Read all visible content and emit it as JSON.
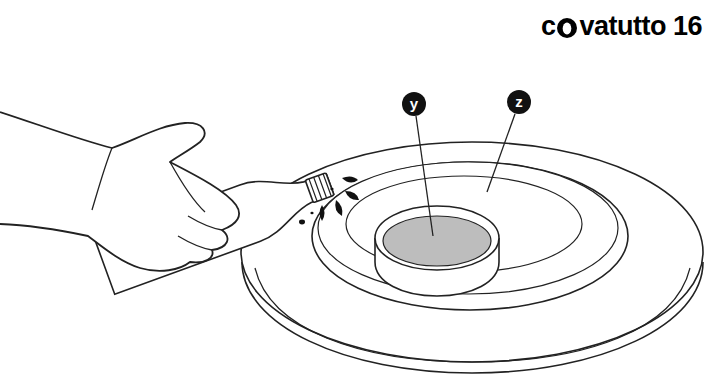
{
  "diagram": {
    "labels": [
      "c",
      "vatutto 16",
      "y",
      "z"
    ]
  }
}
